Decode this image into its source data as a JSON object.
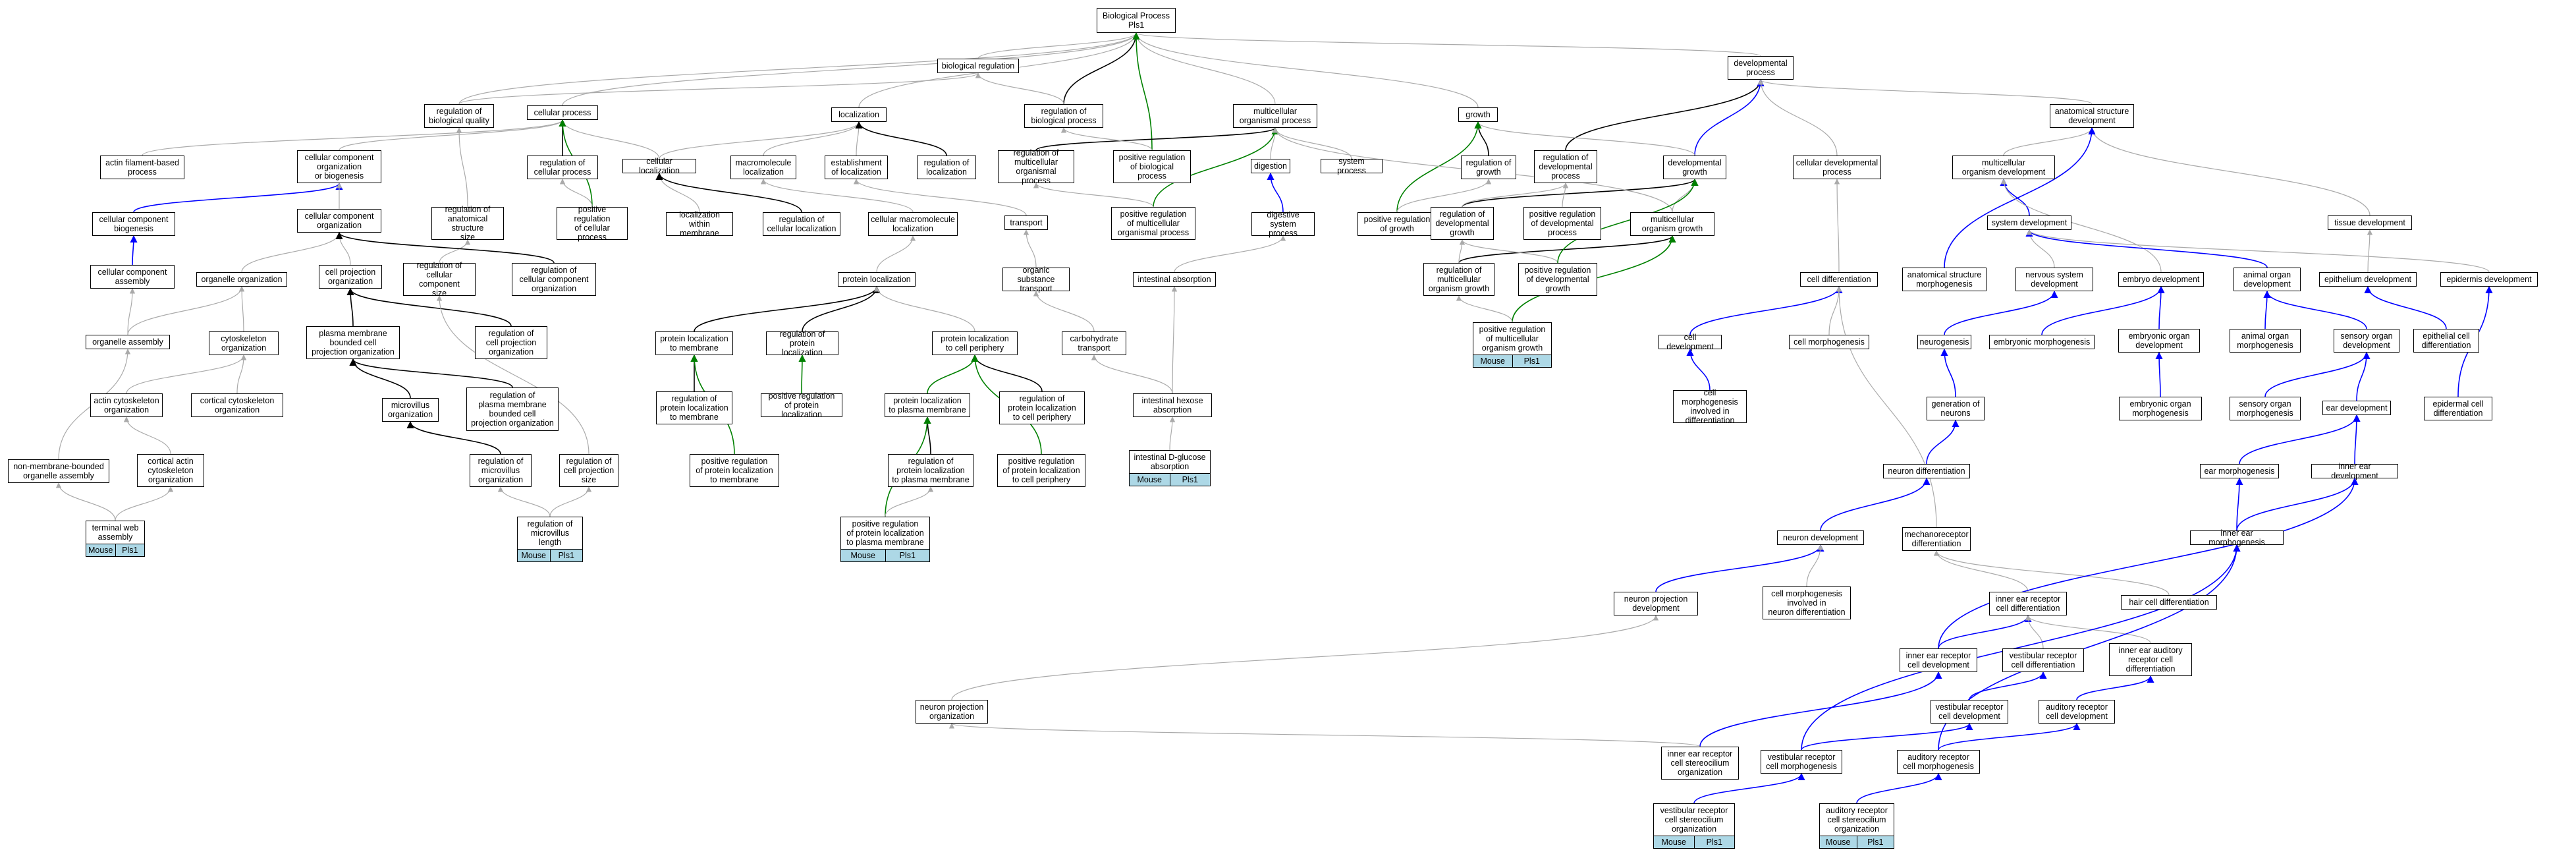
{
  "nodes": [
    {
      "id": "bp",
      "label": "Biological Process\nPls1"
    },
    {
      "id": "breg",
      "label": "biological regulation"
    },
    {
      "id": "devp",
      "label": "developmental\nprocess"
    },
    {
      "id": "rbq",
      "label": "regulation of\nbiological quality"
    },
    {
      "id": "cp",
      "label": "cellular process"
    },
    {
      "id": "loc",
      "label": "localization"
    },
    {
      "id": "rbp",
      "label": "regulation of\nbiological process"
    },
    {
      "id": "mop",
      "label": "multicellular\norganismal process"
    },
    {
      "id": "growth",
      "label": "growth"
    },
    {
      "id": "asd",
      "label": "anatomical structure\ndevelopment"
    },
    {
      "id": "afbp",
      "label": "actin filament-based\nprocess"
    },
    {
      "id": "ccob",
      "label": "cellular component\norganization\nor biogenesis"
    },
    {
      "id": "rcp",
      "label": "regulation of\ncellular process"
    },
    {
      "id": "cl",
      "label": "cellular localization"
    },
    {
      "id": "mml",
      "label": "macromolecule\nlocalization"
    },
    {
      "id": "eol",
      "label": "establishment\nof localization"
    },
    {
      "id": "rol",
      "label": "regulation of\nlocalization"
    },
    {
      "id": "rmop",
      "label": "regulation of\nmulticellular\norganismal process"
    },
    {
      "id": "prbp",
      "label": "positive regulation\nof biological\nprocess"
    },
    {
      "id": "dig",
      "label": "digestion"
    },
    {
      "id": "sysp",
      "label": "system process"
    },
    {
      "id": "rog",
      "label": "regulation of\ngrowth"
    },
    {
      "id": "rdp",
      "label": "regulation of\ndevelopmental\nprocess"
    },
    {
      "id": "dg",
      "label": "developmental\ngrowth"
    },
    {
      "id": "cdp",
      "label": "cellular developmental\nprocess"
    },
    {
      "id": "mod",
      "label": "multicellular\norganism development"
    },
    {
      "id": "ccb",
      "label": "cellular component\nbiogenesis"
    },
    {
      "id": "cco",
      "label": "cellular component\norganization"
    },
    {
      "id": "rasz",
      "label": "regulation of\nanatomical structure\nsize"
    },
    {
      "id": "prcp",
      "label": "positive regulation\nof cellular\nprocess"
    },
    {
      "id": "lwm",
      "label": "localization\nwithin membrane"
    },
    {
      "id": "rcl",
      "label": "regulation of\ncellular localization"
    },
    {
      "id": "cml",
      "label": "cellular macromolecule\nlocalization"
    },
    {
      "id": "transport",
      "label": "transport"
    },
    {
      "id": "prmop",
      "label": "positive regulation\nof multicellular\norganismal process"
    },
    {
      "id": "dsp",
      "label": "digestive system\nprocess"
    },
    {
      "id": "prog",
      "label": "positive regulation\nof growth"
    },
    {
      "id": "rdg",
      "label": "regulation of\ndevelopmental\ngrowth"
    },
    {
      "id": "prdp",
      "label": "positive regulation\nof developmental\nprocess"
    },
    {
      "id": "mog",
      "label": "multicellular\norganism growth"
    },
    {
      "id": "sysdev",
      "label": "system development"
    },
    {
      "id": "tisdev",
      "label": "tissue development"
    },
    {
      "id": "cca",
      "label": "cellular component\nassembly"
    },
    {
      "id": "oo",
      "label": "organelle organization"
    },
    {
      "id": "cpo",
      "label": "cell projection\norganization"
    },
    {
      "id": "rccs",
      "label": "regulation of\ncellular component\nsize"
    },
    {
      "id": "rcco",
      "label": "regulation of\ncellular component\norganization"
    },
    {
      "id": "pl",
      "label": "protein localization"
    },
    {
      "id": "ost",
      "label": "organic substance\ntransport"
    },
    {
      "id": "ia",
      "label": "intestinal absorption"
    },
    {
      "id": "rmog",
      "label": "regulation of\nmulticellular\norganism growth"
    },
    {
      "id": "prdg",
      "label": "positive regulation\nof developmental\ngrowth"
    },
    {
      "id": "cdiff",
      "label": "cell differentiation"
    },
    {
      "id": "asm",
      "label": "anatomical structure\nmorphogenesis"
    },
    {
      "id": "nsd",
      "label": "nervous system\ndevelopment"
    },
    {
      "id": "embdev",
      "label": "embryo development"
    },
    {
      "id": "aod",
      "label": "animal organ\ndevelopment"
    },
    {
      "id": "epidev",
      "label": "epithelium development"
    },
    {
      "id": "epiddev",
      "label": "epidermis development"
    },
    {
      "id": "oa",
      "label": "organelle assembly"
    },
    {
      "id": "cso",
      "label": "cytoskeleton\norganization"
    },
    {
      "id": "pmbcpo",
      "label": "plasma membrane\nbounded cell\nprojection organization"
    },
    {
      "id": "rcpo",
      "label": "regulation of\ncell projection\norganization"
    },
    {
      "id": "pltm",
      "label": "protein localization\nto membrane"
    },
    {
      "id": "rpl",
      "label": "regulation of\nprotein localization"
    },
    {
      "id": "pltcp",
      "label": "protein localization\nto cell periphery"
    },
    {
      "id": "ct",
      "label": "carbohydrate\ntransport"
    },
    {
      "id": "prmog",
      "label": "positive regulation\nof multicellular\norganism growth"
    },
    {
      "id": "cdev",
      "label": "cell development"
    },
    {
      "id": "cmorph",
      "label": "cell morphogenesis"
    },
    {
      "id": "neurog",
      "label": "neurogenesis"
    },
    {
      "id": "embm",
      "label": "embryonic morphogenesis"
    },
    {
      "id": "eod",
      "label": "embryonic organ\ndevelopment"
    },
    {
      "id": "aom",
      "label": "animal organ\nmorphogenesis"
    },
    {
      "id": "sod",
      "label": "sensory organ\ndevelopment"
    },
    {
      "id": "ecd",
      "label": "epithelial cell\ndifferentiation"
    },
    {
      "id": "aco",
      "label": "actin cytoskeleton\norganization"
    },
    {
      "id": "ccso",
      "label": "cortical cytoskeleton\norganization"
    },
    {
      "id": "mvo",
      "label": "microvillus\norganization"
    },
    {
      "id": "rpmbcpo",
      "label": "regulation of\nplasma membrane\nbounded cell\nprojection organization"
    },
    {
      "id": "rpltm",
      "label": "regulation of\nprotein localization\nto membrane"
    },
    {
      "id": "prpl",
      "label": "positive regulation\nof protein localization"
    },
    {
      "id": "pltpm",
      "label": "protein localization\nto plasma membrane"
    },
    {
      "id": "rpltcp",
      "label": "regulation of\nprotein localization\nto cell periphery"
    },
    {
      "id": "iha",
      "label": "intestinal hexose\nabsorption"
    },
    {
      "id": "cmdiff",
      "label": "cell morphogenesis\ninvolved in\ndifferentiation"
    },
    {
      "id": "gon",
      "label": "generation of\nneurons"
    },
    {
      "id": "eom",
      "label": "embryonic organ\nmorphogenesis"
    },
    {
      "id": "som",
      "label": "sensory organ\nmorphogenesis"
    },
    {
      "id": "eardev",
      "label": "ear development"
    },
    {
      "id": "ecdiff",
      "label": "epidermal cell\ndifferentiation"
    },
    {
      "id": "nmboa",
      "label": "non-membrane-bounded\norganelle assembly"
    },
    {
      "id": "caco",
      "label": "cortical actin\ncytoskeleton\norganization"
    },
    {
      "id": "rmvo",
      "label": "regulation of\nmicrovillus\norganization"
    },
    {
      "id": "rcps",
      "label": "regulation of\ncell projection\nsize"
    },
    {
      "id": "prpltm",
      "label": "positive regulation\nof protein localization\nto membrane"
    },
    {
      "id": "rpltpm",
      "label": "regulation of\nprotein localization\nto plasma membrane"
    },
    {
      "id": "prpltcp",
      "label": "positive regulation\nof protein localization\nto cell periphery"
    },
    {
      "id": "idga",
      "label": "intestinal D-glucose\nabsorption"
    },
    {
      "id": "ndiff",
      "label": "neuron differentiation"
    },
    {
      "id": "earm",
      "label": "ear morphogenesis"
    },
    {
      "id": "ied",
      "label": "inner ear development"
    },
    {
      "id": "twa",
      "label": "terminal web\nassembly"
    },
    {
      "id": "rmvl",
      "label": "regulation of\nmicrovillus\nlength"
    },
    {
      "id": "prpltpm",
      "label": "positive regulation\nof protein localization\nto plasma membrane"
    },
    {
      "id": "ndev",
      "label": "neuron development"
    },
    {
      "id": "mrdiff",
      "label": "mechanoreceptor\ndifferentiation"
    },
    {
      "id": "iem",
      "label": "inner ear morphogenesis"
    },
    {
      "id": "npd",
      "label": "neuron projection\ndevelopment"
    },
    {
      "id": "cmndiff",
      "label": "cell morphogenesis\ninvolved in\nneuron differentiation"
    },
    {
      "id": "iercd",
      "label": "inner ear receptor\ncell differentiation"
    },
    {
      "id": "hcd",
      "label": "hair cell differentiation"
    },
    {
      "id": "iercdev",
      "label": "inner ear receptor\ncell development"
    },
    {
      "id": "vrcd",
      "label": "vestibular receptor\ncell differentiation"
    },
    {
      "id": "iearcd",
      "label": "inner ear auditory\nreceptor cell\ndifferentiation"
    },
    {
      "id": "npo",
      "label": "neuron projection\norganization"
    },
    {
      "id": "vrcdev",
      "label": "vestibular receptor\ncell development"
    },
    {
      "id": "arcdev",
      "label": "auditory receptor\ncell development"
    },
    {
      "id": "iercso",
      "label": "inner ear receptor\ncell stereocilium\norganization"
    },
    {
      "id": "vrcm",
      "label": "vestibular receptor\ncell morphogenesis"
    },
    {
      "id": "arcm",
      "label": "auditory receptor\ncell morphogenesis"
    },
    {
      "id": "vrcso",
      "label": "vestibular receptor\ncell stereocilium\norganization"
    },
    {
      "id": "arcso",
      "label": "auditory receptor\ncell stereocilium\norganization"
    }
  ],
  "annotations": [
    {
      "for": "twa",
      "org": "Mouse",
      "gene": "Pls1"
    },
    {
      "for": "rmvl",
      "org": "Mouse",
      "gene": "Pls1"
    },
    {
      "for": "prpltpm",
      "org": "Mouse",
      "gene": "Pls1"
    },
    {
      "for": "idga",
      "org": "Mouse",
      "gene": "Pls1"
    },
    {
      "for": "prmog",
      "org": "Mouse",
      "gene": "Pls1"
    },
    {
      "for": "vrcso",
      "org": "Mouse",
      "gene": "Pls1"
    },
    {
      "for": "arcso",
      "org": "Mouse",
      "gene": "Pls1"
    }
  ],
  "edge_types": {
    "is_a": {
      "color": "#aaaaaa"
    },
    "part_of": {
      "color": "#0000ff"
    },
    "regulates": {
      "color": "#000000"
    },
    "positively_regulates": {
      "color": "#008000"
    }
  },
  "edges": [
    [
      "breg",
      "bp",
      "is_a"
    ],
    [
      "devp",
      "bp",
      "is_a"
    ],
    [
      "rbq",
      "bp",
      "is_a"
    ],
    [
      "cp",
      "bp",
      "is_a"
    ],
    [
      "loc",
      "bp",
      "is_a"
    ],
    [
      "rbp",
      "bp",
      "regulates"
    ],
    [
      "mop",
      "bp",
      "is_a"
    ],
    [
      "growth",
      "bp",
      "is_a"
    ],
    [
      "prbp",
      "bp",
      "positively_regulates"
    ],
    [
      "asd",
      "devp",
      "is_a"
    ],
    [
      "rbq",
      "breg",
      "is_a"
    ],
    [
      "rbp",
      "breg",
      "is_a"
    ],
    [
      "afbp",
      "cp",
      "is_a"
    ],
    [
      "ccob",
      "cp",
      "is_a"
    ],
    [
      "rcp",
      "cp",
      "regulates"
    ],
    [
      "cl",
      "cp",
      "is_a"
    ],
    [
      "cl",
      "loc",
      "is_a"
    ],
    [
      "mml",
      "loc",
      "is_a"
    ],
    [
      "eol",
      "loc",
      "is_a"
    ],
    [
      "rol",
      "loc",
      "regulates"
    ],
    [
      "rmop",
      "mop",
      "regulates"
    ],
    [
      "prbp",
      "rbp",
      "is_a"
    ],
    [
      "dig",
      "mop",
      "is_a"
    ],
    [
      "sysp",
      "mop",
      "is_a"
    ],
    [
      "rog",
      "growth",
      "regulates"
    ],
    [
      "rdp",
      "devp",
      "regulates"
    ],
    [
      "dg",
      "devp",
      "part_of"
    ],
    [
      "dg",
      "growth",
      "is_a"
    ],
    [
      "cdp",
      "devp",
      "is_a"
    ],
    [
      "mod",
      "asd",
      "is_a"
    ],
    [
      "ccb",
      "ccob",
      "part_of"
    ],
    [
      "cco",
      "ccob",
      "is_a"
    ],
    [
      "rasz",
      "rbq",
      "is_a"
    ],
    [
      "prcp",
      "cp",
      "positively_regulates"
    ],
    [
      "prcp",
      "rcp",
      "is_a"
    ],
    [
      "lwm",
      "cl",
      "is_a"
    ],
    [
      "rcl",
      "cl",
      "regulates"
    ],
    [
      "cml",
      "mml",
      "is_a"
    ],
    [
      "transport",
      "eol",
      "is_a"
    ],
    [
      "prmop",
      "mop",
      "positively_regulates"
    ],
    [
      "prmop",
      "rmop",
      "is_a"
    ],
    [
      "dsp",
      "dig",
      "part_of"
    ],
    [
      "prog",
      "growth",
      "positively_regulates"
    ],
    [
      "prog",
      "rog",
      "is_a"
    ],
    [
      "rdg",
      "dg",
      "regulates"
    ],
    [
      "rdg",
      "rdp",
      "is_a"
    ],
    [
      "prdp",
      "rdp",
      "is_a"
    ],
    [
      "mog",
      "dg",
      "is_a"
    ],
    [
      "mog",
      "mop",
      "is_a"
    ],
    [
      "sysdev",
      "mod",
      "part_of"
    ],
    [
      "tisdev",
      "asd",
      "is_a"
    ],
    [
      "cca",
      "ccb",
      "part_of"
    ],
    [
      "oo",
      "cco",
      "is_a"
    ],
    [
      "cpo",
      "cco",
      "is_a"
    ],
    [
      "rccs",
      "rasz",
      "is_a"
    ],
    [
      "rcco",
      "cco",
      "regulates"
    ],
    [
      "pl",
      "cml",
      "is_a"
    ],
    [
      "ost",
      "transport",
      "is_a"
    ],
    [
      "ia",
      "dsp",
      "is_a"
    ],
    [
      "rmog",
      "mog",
      "regulates"
    ],
    [
      "rmog",
      "rdg",
      "is_a"
    ],
    [
      "prdg",
      "rdg",
      "is_a"
    ],
    [
      "prdg",
      "dg",
      "positively_regulates"
    ],
    [
      "cdiff",
      "cdp",
      "is_a"
    ],
    [
      "asm",
      "asd",
      "part_of"
    ],
    [
      "nsd",
      "sysdev",
      "is_a"
    ],
    [
      "embdev",
      "mod",
      "is_a"
    ],
    [
      "aod",
      "sysdev",
      "part_of"
    ],
    [
      "epidev",
      "tisdev",
      "is_a"
    ],
    [
      "epiddev",
      "sysdev",
      "is_a"
    ],
    [
      "oa",
      "cca",
      "is_a"
    ],
    [
      "oa",
      "oo",
      "is_a"
    ],
    [
      "cso",
      "oo",
      "is_a"
    ],
    [
      "pmbcpo",
      "cpo",
      "regulates"
    ],
    [
      "rcpo",
      "cpo",
      "regulates"
    ],
    [
      "pltm",
      "pl",
      "regulates"
    ],
    [
      "rpl",
      "pl",
      "regulates"
    ],
    [
      "pltcp",
      "pl",
      "is_a"
    ],
    [
      "ct",
      "ost",
      "is_a"
    ],
    [
      "prmog",
      "mog",
      "positively_regulates"
    ],
    [
      "prmog",
      "rmog",
      "is_a"
    ],
    [
      "cdev",
      "cdiff",
      "part_of"
    ],
    [
      "cmorph",
      "cdiff",
      "is_a"
    ],
    [
      "neurog",
      "nsd",
      "part_of"
    ],
    [
      "embm",
      "embdev",
      "part_of"
    ],
    [
      "eod",
      "embdev",
      "part_of"
    ],
    [
      "aom",
      "aod",
      "part_of"
    ],
    [
      "sod",
      "aod",
      "part_of"
    ],
    [
      "ecd",
      "epidev",
      "part_of"
    ],
    [
      "aco",
      "cso",
      "is_a"
    ],
    [
      "ccso",
      "cso",
      "is_a"
    ],
    [
      "mvo",
      "pmbcpo",
      "regulates"
    ],
    [
      "rpmbcpo",
      "pmbcpo",
      "regulates"
    ],
    [
      "rpltm",
      "pltm",
      "regulates"
    ],
    [
      "prpl",
      "rpl",
      "positively_regulates"
    ],
    [
      "pltpm",
      "pltcp",
      "positively_regulates"
    ],
    [
      "rpltcp",
      "pltcp",
      "regulates"
    ],
    [
      "iha",
      "ct",
      "is_a"
    ],
    [
      "iha",
      "ia",
      "is_a"
    ],
    [
      "cmdiff",
      "cdev",
      "part_of"
    ],
    [
      "gon",
      "neurog",
      "part_of"
    ],
    [
      "eom",
      "eod",
      "part_of"
    ],
    [
      "som",
      "sod",
      "part_of"
    ],
    [
      "eardev",
      "sod",
      "part_of"
    ],
    [
      "ecdiff",
      "epiddev",
      "part_of"
    ],
    [
      "nmboa",
      "oa",
      "is_a"
    ],
    [
      "caco",
      "aco",
      "is_a"
    ],
    [
      "rmvo",
      "mvo",
      "regulates"
    ],
    [
      "rcps",
      "rccs",
      "is_a"
    ],
    [
      "prpltm",
      "pltm",
      "positively_regulates"
    ],
    [
      "rpltpm",
      "pltpm",
      "regulates"
    ],
    [
      "prpltcp",
      "pltcp",
      "positively_regulates"
    ],
    [
      "idga",
      "iha",
      "is_a"
    ],
    [
      "ndiff",
      "gon",
      "part_of"
    ],
    [
      "earm",
      "eardev",
      "part_of"
    ],
    [
      "ied",
      "eardev",
      "part_of"
    ],
    [
      "twa",
      "nmboa",
      "is_a"
    ],
    [
      "twa",
      "caco",
      "is_a"
    ],
    [
      "rmvl",
      "rmvo",
      "is_a"
    ],
    [
      "rmvl",
      "rcps",
      "is_a"
    ],
    [
      "prpltpm",
      "pltpm",
      "positively_regulates"
    ],
    [
      "prpltpm",
      "rpltpm",
      "is_a"
    ],
    [
      "ndev",
      "ndiff",
      "part_of"
    ],
    [
      "mrdiff",
      "cdiff",
      "is_a"
    ],
    [
      "iem",
      "earm",
      "part_of"
    ],
    [
      "iem",
      "ied",
      "part_of"
    ],
    [
      "npd",
      "ndev",
      "part_of"
    ],
    [
      "cmndiff",
      "ndev",
      "is_a"
    ],
    [
      "iercd",
      "mrdiff",
      "is_a"
    ],
    [
      "hcd",
      "mrdiff",
      "is_a"
    ],
    [
      "iercdev",
      "iercd",
      "part_of"
    ],
    [
      "iercdev",
      "ied",
      "part_of"
    ],
    [
      "vrcd",
      "iercd",
      "is_a"
    ],
    [
      "iearcd",
      "iercd",
      "is_a"
    ],
    [
      "npo",
      "npd",
      "is_a"
    ],
    [
      "vrcdev",
      "vrcd",
      "part_of"
    ],
    [
      "arcdev",
      "iearcd",
      "part_of"
    ],
    [
      "iercso",
      "iercdev",
      "part_of"
    ],
    [
      "vrcm",
      "vrcdev",
      "part_of"
    ],
    [
      "arcm",
      "arcdev",
      "part_of"
    ],
    [
      "vrcso",
      "vrcm",
      "part_of"
    ],
    [
      "arcso",
      "arcm",
      "part_of"
    ],
    [
      "vrcm",
      "iem",
      "part_of"
    ],
    [
      "arcm",
      "iem",
      "part_of"
    ],
    [
      "iercso",
      "npo",
      "is_a"
    ]
  ]
}
